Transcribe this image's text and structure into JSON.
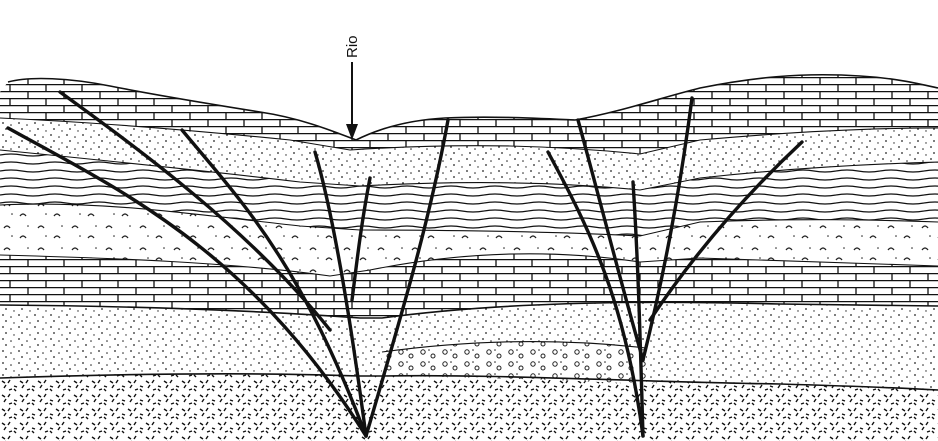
{
  "figure": {
    "river_label": "Rio"
  },
  "colors": {
    "ink": "#111111",
    "paper": "#ffffff"
  },
  "units": [
    {
      "name": "limestone-upper",
      "pattern": "brick"
    },
    {
      "name": "sandstone-upper",
      "pattern": "dots"
    },
    {
      "name": "shale-upper",
      "pattern": "wavy-lines"
    },
    {
      "name": "marl",
      "pattern": "arcs"
    },
    {
      "name": "limestone-lower",
      "pattern": "brick"
    },
    {
      "name": "sandstone-lower",
      "pattern": "dots"
    },
    {
      "name": "conglomerate",
      "pattern": "pebbles"
    },
    {
      "name": "basement",
      "pattern": "dashes"
    }
  ]
}
